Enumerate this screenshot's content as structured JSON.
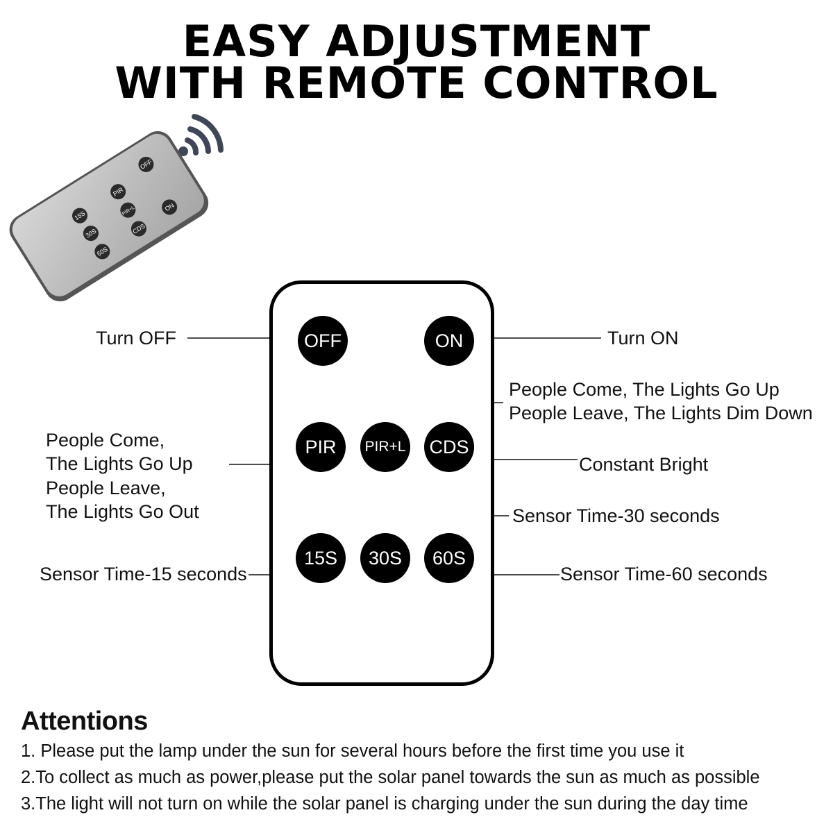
{
  "headline": {
    "line1": "EASY ADJUSTMENT",
    "line2": "WITH REMOTE CONTROL"
  },
  "mini_remote": {
    "buttons": [
      "OFF",
      "PIR",
      "ON",
      "PIR+L",
      "15S",
      "CDS",
      "30S",
      "60S"
    ],
    "signal_icon": "wireless-signal-icon",
    "colors": {
      "body": "#bdbdbd",
      "edge": "#555555",
      "signal": "#3f4657"
    }
  },
  "remote": {
    "buttons": {
      "off": "OFF",
      "on": "ON",
      "pir": "PIR",
      "pir_l": "PIR+L",
      "cds": "CDS",
      "s15": "15S",
      "s30": "30S",
      "s60": "60S"
    }
  },
  "labels": {
    "turn_off": "Turn OFF",
    "turn_on": "Turn ON",
    "pir_l": [
      "People Come, The Lights Go Up",
      "People Leave, The Lights Dim Down"
    ],
    "pir": [
      "People Come,",
      "The Lights Go Up",
      "People Leave,",
      "The Lights Go Out"
    ],
    "cds": "Constant Bright",
    "s30": "Sensor Time-30 seconds",
    "s15": "Sensor Time-15 seconds",
    "s60": "Sensor Time-60 seconds"
  },
  "attentions": {
    "title": "Attentions",
    "items": [
      "1. Please put the lamp under the sun for several hours before the first time you use it",
      "2.To collect as much as power,please put the solar panel towards the sun as much as possible",
      "3.The light will not turn on while the solar panel is charging under the sun during the day time"
    ]
  }
}
